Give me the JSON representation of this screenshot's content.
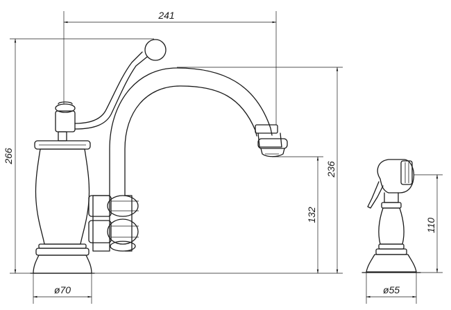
{
  "dimensions": {
    "spout_reach": "241",
    "faucet_height": "266",
    "spout_height": "236",
    "lever_height": "132",
    "spray_height": "110",
    "base_diameter": "ø70",
    "spray_base_diameter": "ø55"
  },
  "colors": {
    "line": "#1a1a1a",
    "background": "#ffffff"
  }
}
